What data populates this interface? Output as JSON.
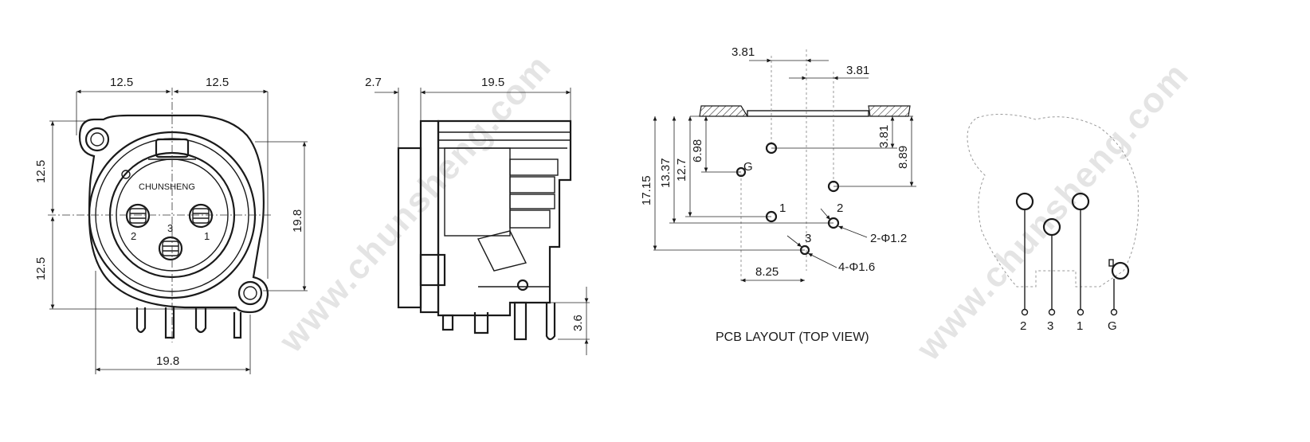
{
  "front_view": {
    "dim_top_left": "12.5",
    "dim_top_right": "12.5",
    "dim_left_upper": "12.5",
    "dim_left_lower": "12.5",
    "dim_right_height": "19.8",
    "dim_bottom_width": "19.8",
    "brand": "CHUNSHENG",
    "pin_labels": [
      "2",
      "3",
      "1"
    ]
  },
  "side_view": {
    "dim_flange": "2.7",
    "dim_depth": "19.5",
    "dim_pin": "3.6"
  },
  "pcb_layout": {
    "dim_offset_left": "3.81",
    "dim_offset_right": "3.81",
    "dim_v_3_81": "3.81",
    "dim_v_8_89": "8.89",
    "dim_v_6_98": "6.98",
    "dim_v_12_7": "12.7",
    "dim_v_13_37": "13.37",
    "dim_v_17_15": "17.15",
    "dim_h_8_25": "8.25",
    "hole_small": "2-Φ1.2",
    "hole_large": "4-Φ1.6",
    "label_g": "G",
    "label_1": "1",
    "label_2": "2",
    "label_3": "3",
    "caption": "PCB LAYOUT (TOP VIEW)"
  },
  "pinout_view": {
    "labels": [
      "2",
      "3",
      "1",
      "G"
    ]
  },
  "watermark": "www.chunsheng.com"
}
